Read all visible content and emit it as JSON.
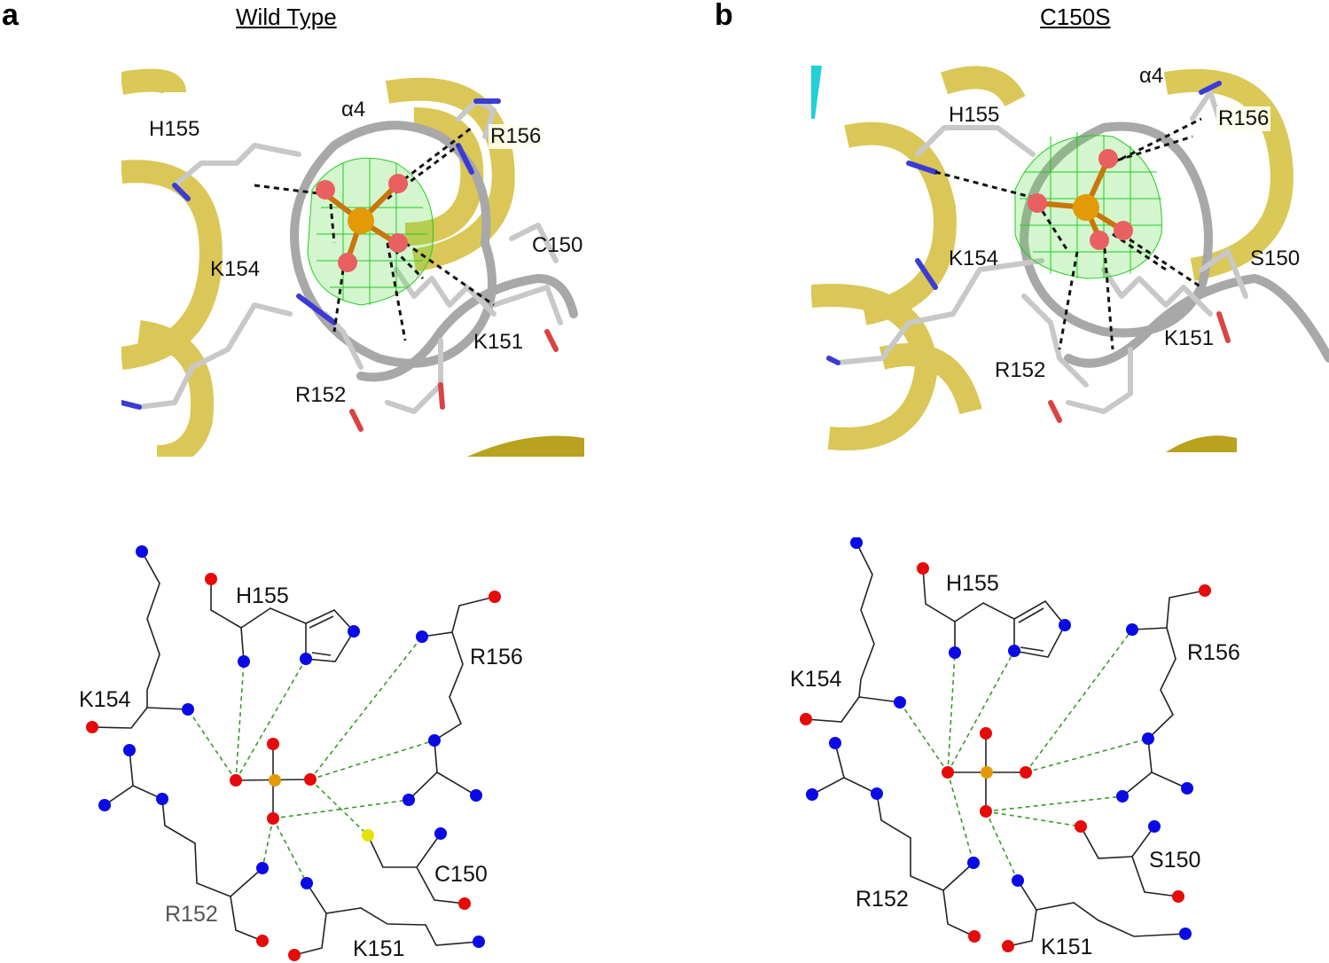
{
  "colors": {
    "nitrogen": "#0a0ae6",
    "oxygen": "#e60a0a",
    "phosphorus": "#e39a07",
    "sulfur": "#e5e10a",
    "hbond": "#3a9a2a",
    "bond": "#222222",
    "helix": "#d9c44a",
    "loop": "#a9a9a9",
    "mesh": "#22cc22"
  },
  "panels": [
    {
      "letter": "a",
      "title": "Wild Type",
      "structure_labels": [
        "α4",
        "H155",
        "R156",
        "C150",
        "K154",
        "K151",
        "R152"
      ],
      "scheme_labels": [
        "H155",
        "R156",
        "K154",
        "C150",
        "R152",
        "K151"
      ]
    },
    {
      "letter": "b",
      "title": "C150S",
      "structure_labels": [
        "α4",
        "H155",
        "R156",
        "S150",
        "K154",
        "K151",
        "R152"
      ],
      "scheme_labels": [
        "H155",
        "R156",
        "K154",
        "S150",
        "R152",
        "K151"
      ]
    }
  ]
}
